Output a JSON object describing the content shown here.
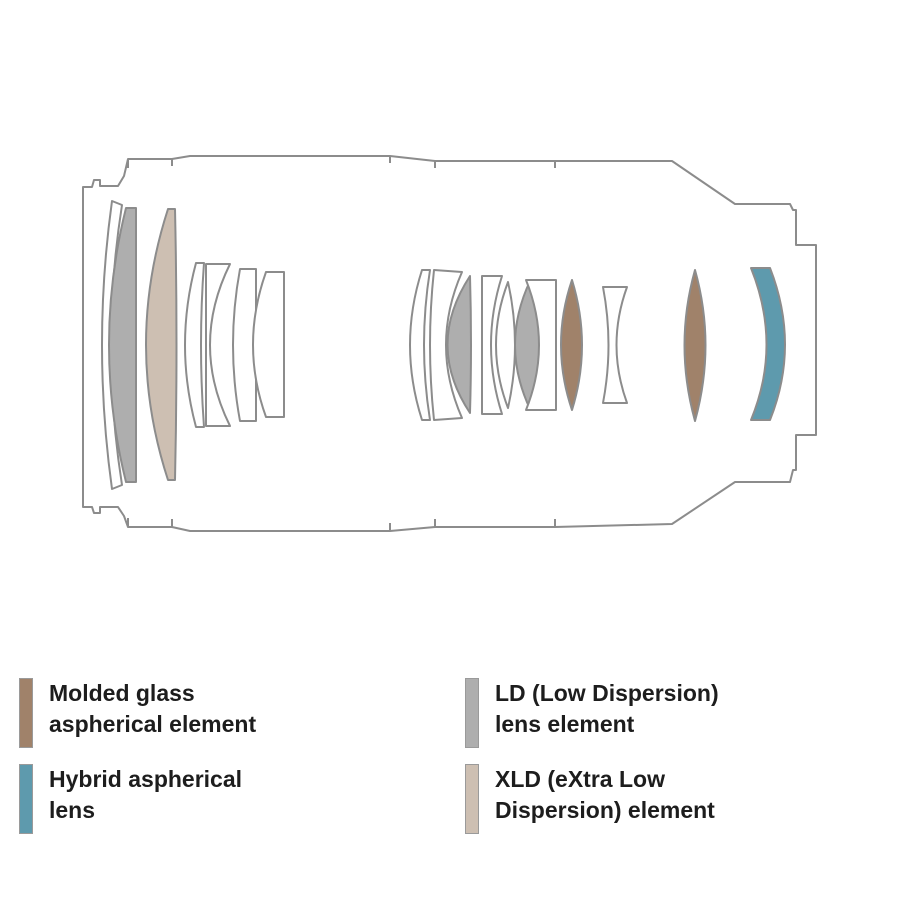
{
  "colors": {
    "outline": "#8c8c8c",
    "molded_glass_aspherical": "#a0826a",
    "hybrid_aspherical": "#5e9aad",
    "ld": "#aeaeae",
    "xld": "#cdbfb2",
    "plain": "#ffffff"
  },
  "legend": [
    {
      "key": "molded_glass_aspherical",
      "line1": "Molded glass",
      "line2": "aspherical element"
    },
    {
      "key": "hybrid_aspherical",
      "line1": "Hybrid aspherical",
      "line2": "lens"
    },
    {
      "key": "ld",
      "line1": "LD (Low Dispersion)",
      "line2": "lens element"
    },
    {
      "key": "xld",
      "line1": "XLD (eXtra Low",
      "line2": "Dispersion) element"
    }
  ],
  "elements": [
    {
      "name": "front-element-1",
      "type": "plain"
    },
    {
      "name": "front-element-2",
      "type": "ld"
    },
    {
      "name": "front-element-3",
      "type": "xld"
    },
    {
      "name": "group2-element-1",
      "type": "plain"
    },
    {
      "name": "group2-element-2",
      "type": "plain"
    },
    {
      "name": "group2-element-3",
      "type": "plain"
    },
    {
      "name": "group2-element-4",
      "type": "plain"
    },
    {
      "name": "group3-element-1",
      "type": "plain"
    },
    {
      "name": "group3-element-2",
      "type": "plain"
    },
    {
      "name": "group3-element-3",
      "type": "ld"
    },
    {
      "name": "group3-element-4",
      "type": "plain"
    },
    {
      "name": "group3-element-5",
      "type": "plain"
    },
    {
      "name": "group3-element-6",
      "type": "ld"
    },
    {
      "name": "group3-element-7",
      "type": "plain"
    },
    {
      "name": "group3-element-8",
      "type": "molded_glass_aspherical"
    },
    {
      "name": "group4-element-1",
      "type": "plain"
    },
    {
      "name": "group5-element-1",
      "type": "molded_glass_aspherical"
    },
    {
      "name": "rear-element",
      "type": "hybrid_aspherical"
    }
  ]
}
